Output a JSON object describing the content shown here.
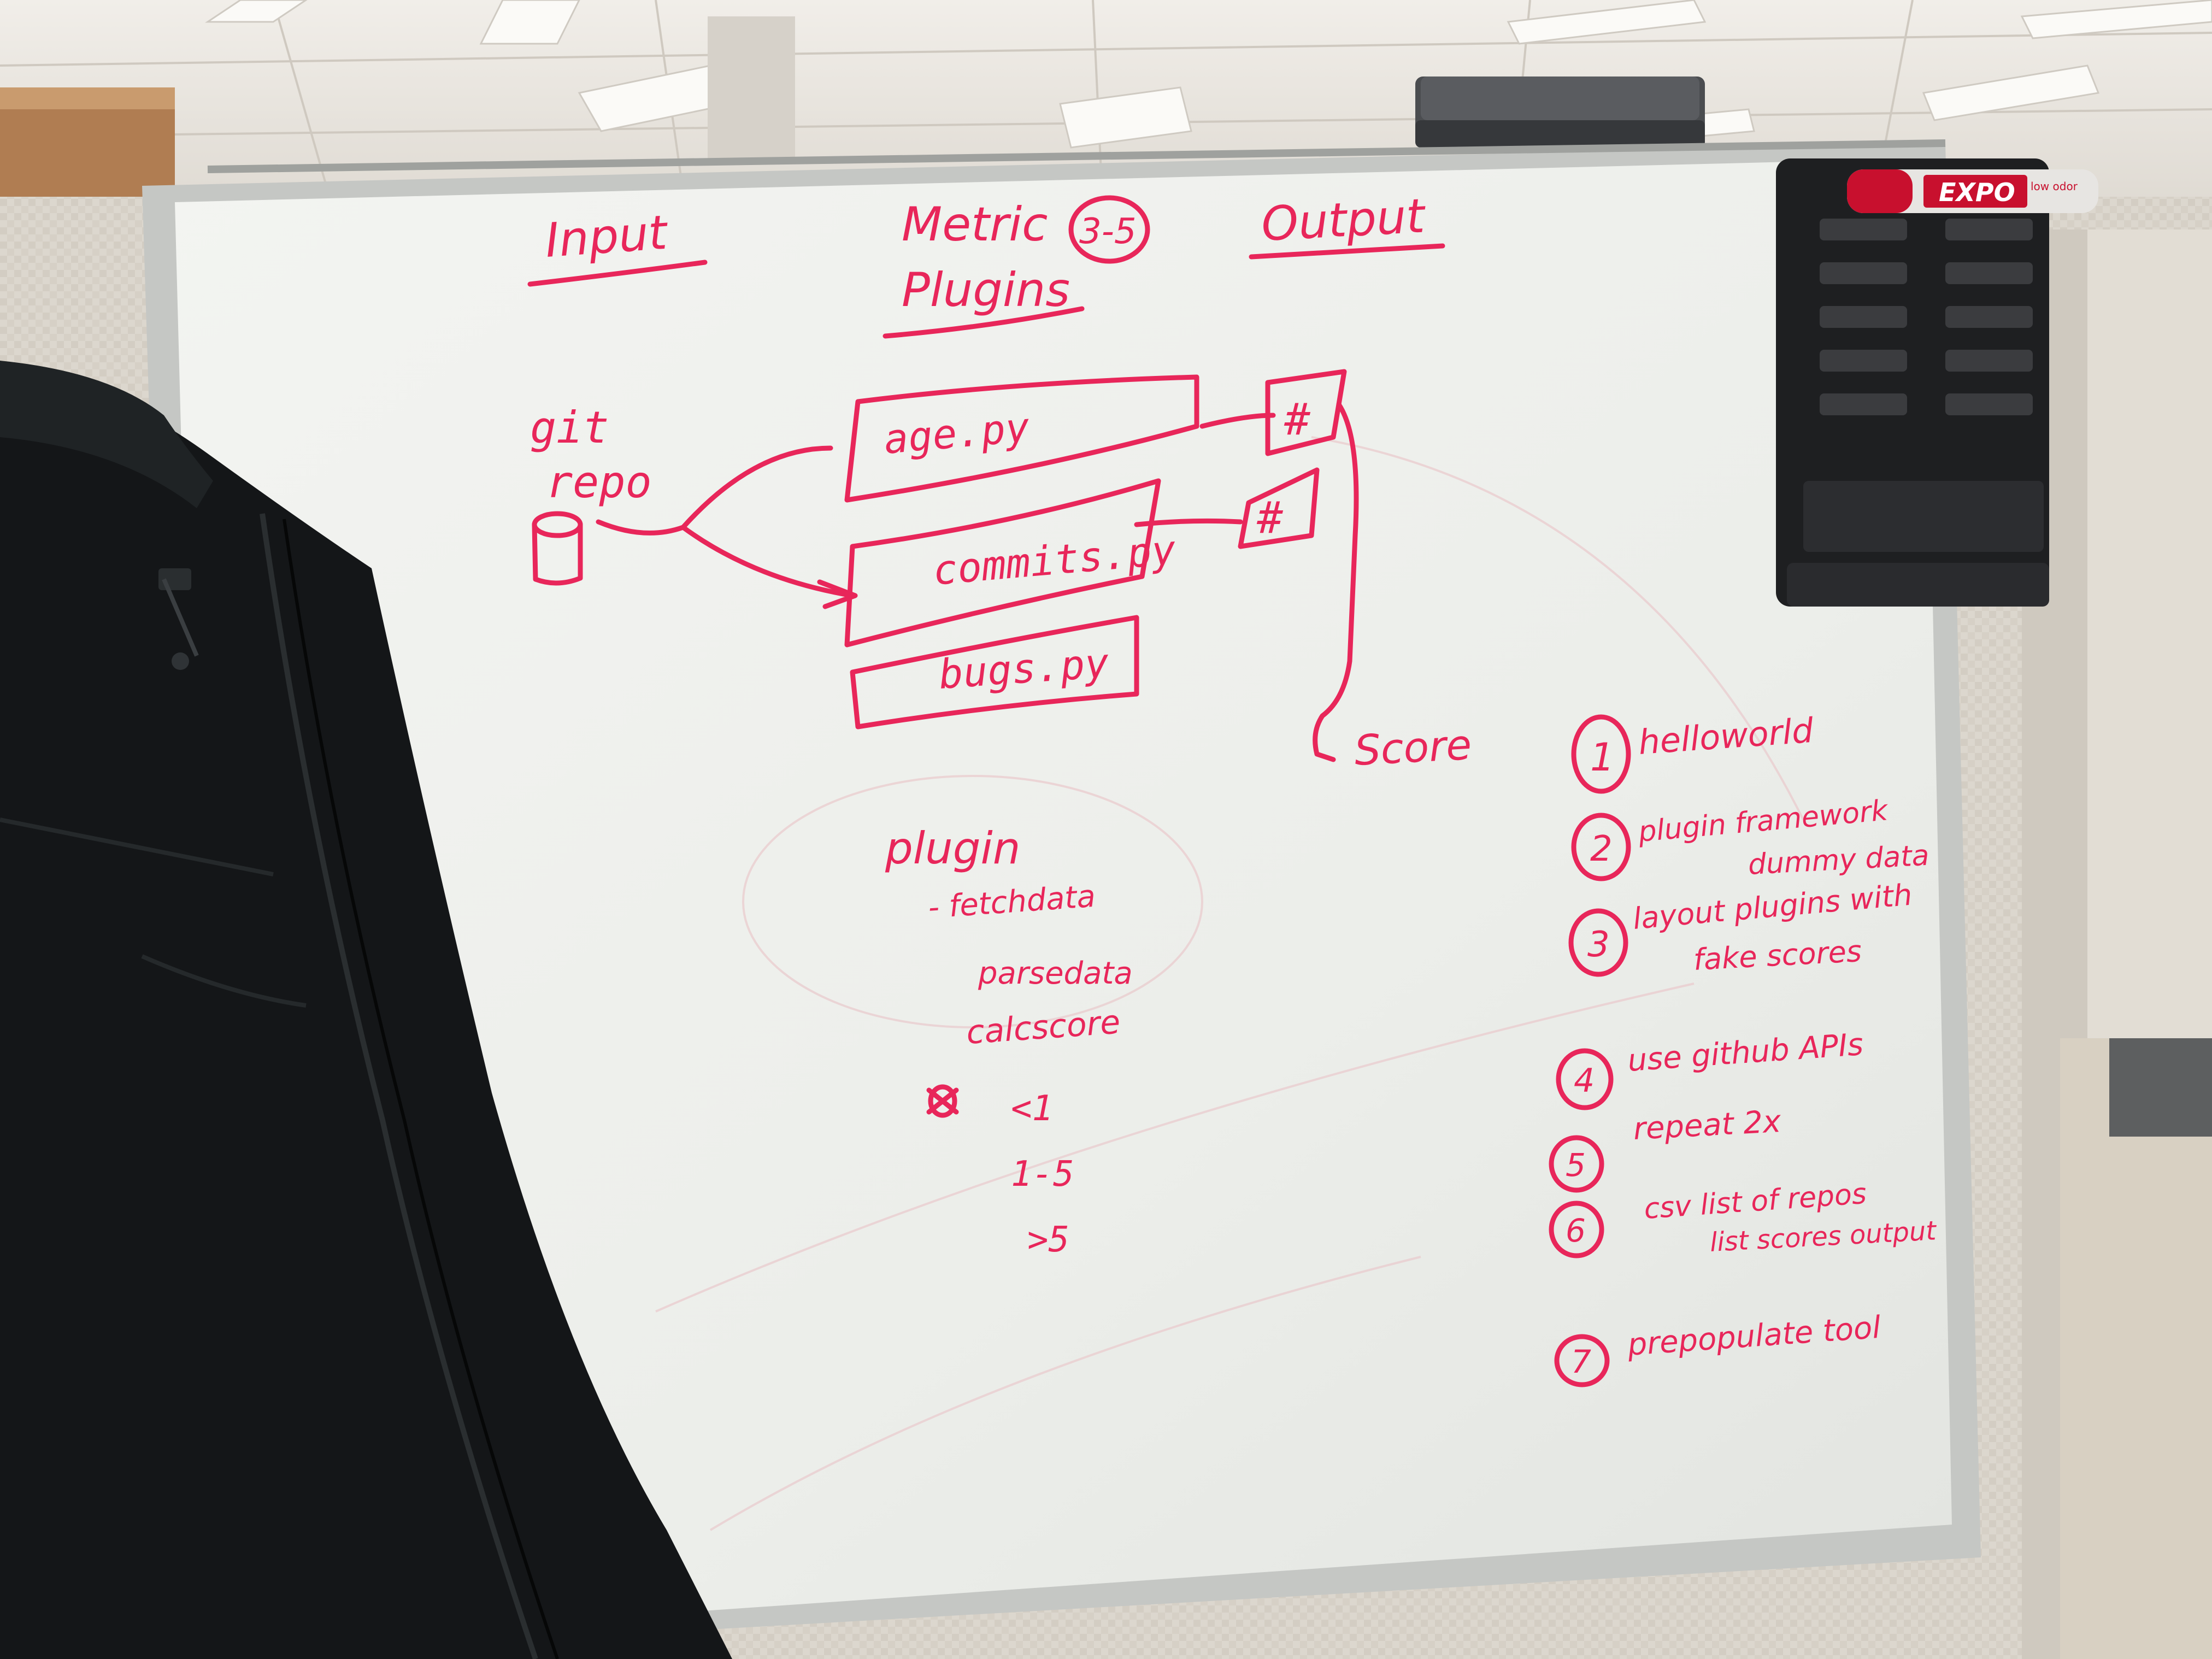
{
  "whiteboard": {
    "headers": {
      "input": "Input",
      "metric_line1": "Metric",
      "metric_line2": "Plugins",
      "metric_badge": "3-5",
      "output": "Output"
    },
    "source": {
      "line1": "git",
      "line2": "repo"
    },
    "plugins": [
      "age.py",
      "commits.py",
      "bugs.py"
    ],
    "outputs": [
      "#",
      "#"
    ],
    "score": "Score",
    "plugin_api": {
      "title": "plugin",
      "methods": [
        "- fetchdata",
        "parsedata",
        "calcscore"
      ],
      "ranges": [
        "<1",
        "1-5",
        ">5"
      ]
    },
    "steps": [
      {
        "num": "1",
        "text": [
          "helloworld"
        ]
      },
      {
        "num": "2",
        "text": [
          "plugin framework",
          "dummy data"
        ]
      },
      {
        "num": "3",
        "text": [
          "layout plugins with",
          "fake scores"
        ]
      },
      {
        "num": "4",
        "text": [
          "use github APIs"
        ]
      },
      {
        "num": "5",
        "text": [
          "repeat 2x"
        ]
      },
      {
        "num": "6",
        "text": [
          "csv list of repos",
          "list scores output"
        ]
      },
      {
        "num": "7",
        "text": [
          "prepopulate tool"
        ]
      }
    ]
  },
  "marker": {
    "brand": "EXPO",
    "label": "low odor"
  },
  "colors": {
    "ink": "#e8265a",
    "board": "#eef0ec",
    "frame": "#c9cbc8",
    "jacket": "#141618",
    "cubicle": "#d9d4cb",
    "ceiling": "#ebe7e1"
  }
}
